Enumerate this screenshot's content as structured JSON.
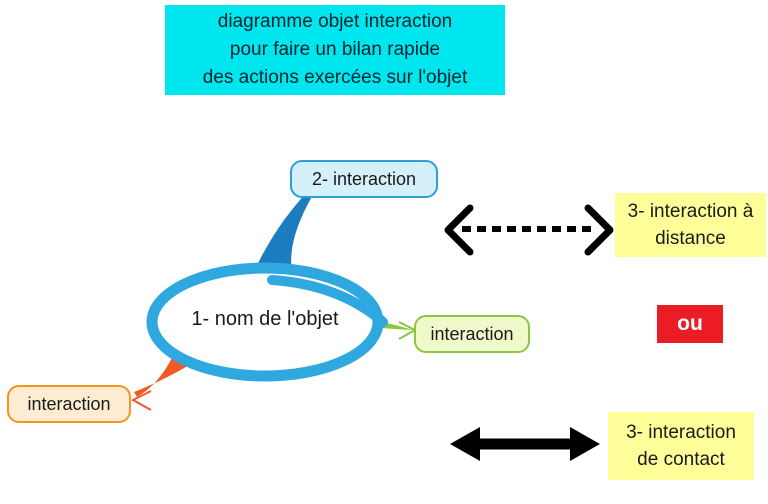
{
  "title": {
    "lines": [
      "diagramme objet interaction",
      "pour faire un bilan rapide",
      "des actions exercées sur l'objet"
    ]
  },
  "map": {
    "center_label": "1- nom de l'objet",
    "node_top_label": "2- interaction",
    "node_right_label": "interaction",
    "node_bottom_left_label": "interaction"
  },
  "legend": {
    "distance_line1": "3- interaction à",
    "distance_line2": "distance",
    "or_label": "ou",
    "contact_line1": "3- interaction",
    "contact_line2": "de contact"
  },
  "colors": {
    "title_bg": "#00E6EE",
    "ellipse_stroke": "#2FA8E0",
    "branch_blue": "#1C7CC0",
    "node_blue_fill": "#D6F0FB",
    "node_blue_border": "#2D9FD8",
    "branch_green": "#8CC63F",
    "node_green_fill": "#EFF9CB",
    "branch_orange": "#F15A24",
    "node_orange_border": "#F7941E",
    "node_orange_fill": "#FDEBD2",
    "highlight_yellow": "#FFFF99",
    "or_red": "#EC1C24",
    "arrow_black": "#000000"
  }
}
